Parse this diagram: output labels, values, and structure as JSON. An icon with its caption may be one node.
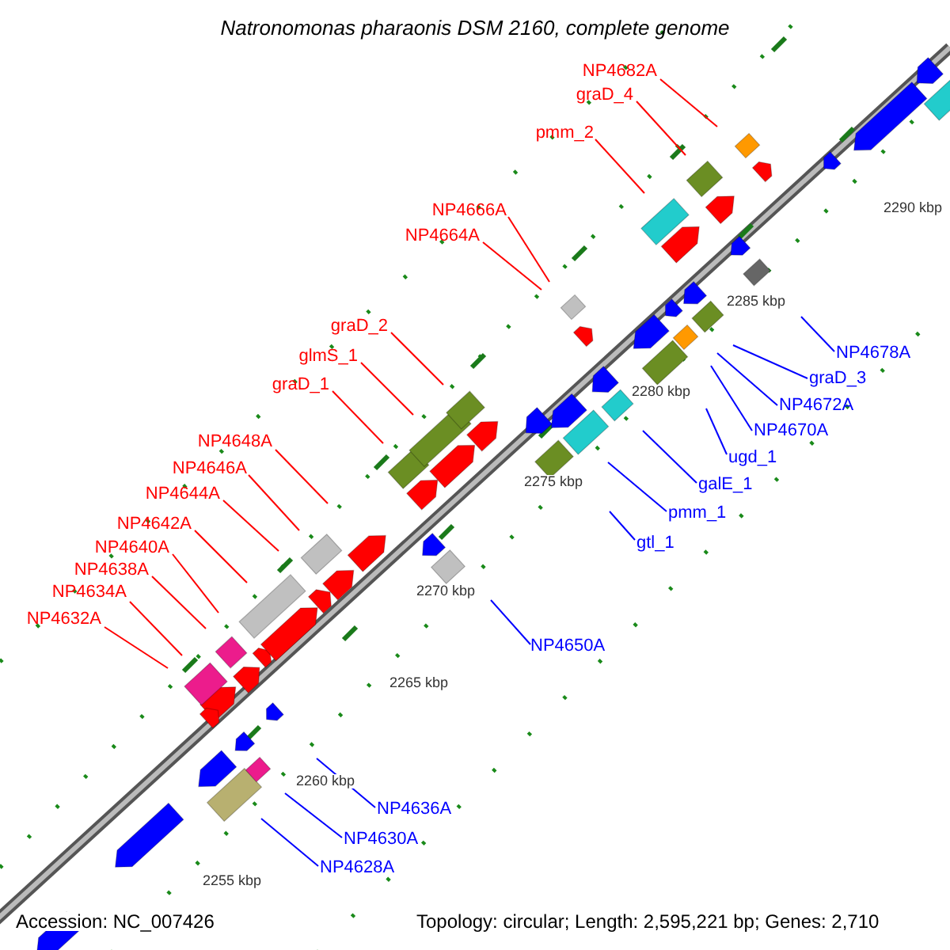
{
  "diagram": {
    "title": "Natronomonas pharaonis DSM 2160, complete genome",
    "nodes": [
      {
        "text": [
          "NP4682A"
        ]
      },
      {
        "text": [
          "graD_4"
        ]
      },
      {
        "text": [
          "pmm_2"
        ]
      },
      {
        "text": [
          "NP4666A"
        ]
      },
      {
        "text": [
          "NP4664A"
        ]
      },
      {
        "text": [
          "graD_2"
        ]
      },
      {
        "text": [
          "glmS_1"
        ]
      },
      {
        "text": [
          "graD_1"
        ]
      },
      {
        "text": [
          "NP4648A"
        ]
      },
      {
        "text": [
          "NP4646A"
        ]
      },
      {
        "text": [
          "NP4644A"
        ]
      },
      {
        "text": [
          "NP4642A"
        ]
      },
      {
        "text": [
          "NP4640A"
        ]
      },
      {
        "text": [
          "NP4638A"
        ]
      },
      {
        "text": [
          "NP4634A"
        ]
      },
      {
        "text": [
          "NP4632A"
        ]
      },
      {
        "text": [
          "NP4678A"
        ]
      },
      {
        "text": [
          "graD_3"
        ]
      },
      {
        "text": [
          "NP4672A"
        ]
      },
      {
        "text": [
          "NP4670A"
        ]
      },
      {
        "text": [
          "ugd_1"
        ]
      },
      {
        "text": [
          "galE_1"
        ]
      },
      {
        "text": [
          "pmm_1"
        ]
      },
      {
        "text": [
          "gtl_1"
        ]
      },
      {
        "text": [
          "NP4650A"
        ]
      },
      {
        "text": [
          "NP4636A"
        ]
      },
      {
        "text": [
          "NP4630A"
        ]
      },
      {
        "text": [
          "NP4628A"
        ]
      }
    ],
    "edges": [
      {
        "from": 0,
        "to": null,
        "arrow": "none"
      },
      {
        "from": 1,
        "to": null,
        "arrow": "none"
      },
      {
        "from": 2,
        "to": null,
        "arrow": "none"
      },
      {
        "from": 3,
        "to": null,
        "arrow": "none"
      },
      {
        "from": 4,
        "to": null,
        "arrow": "none"
      },
      {
        "from": 5,
        "to": null,
        "arrow": "none"
      },
      {
        "from": 6,
        "to": null,
        "arrow": "none"
      },
      {
        "from": 7,
        "to": null,
        "arrow": "none"
      },
      {
        "from": 8,
        "to": null,
        "arrow": "none"
      },
      {
        "from": 9,
        "to": null,
        "arrow": "none"
      },
      {
        "from": 10,
        "to": null,
        "arrow": "none"
      },
      {
        "from": 11,
        "to": null,
        "arrow": "none"
      },
      {
        "from": 12,
        "to": null,
        "arrow": "none"
      },
      {
        "from": 13,
        "to": null,
        "arrow": "none"
      },
      {
        "from": 14,
        "to": null,
        "arrow": "none"
      },
      {
        "from": 15,
        "to": null,
        "arrow": "none"
      },
      {
        "from": 16,
        "to": null,
        "arrow": "none",
        "color": "#0000ff"
      },
      {
        "from": 17,
        "to": null,
        "arrow": "none",
        "color": "#0000ff"
      },
      {
        "from": 18,
        "to": null,
        "arrow": "none",
        "color": "#0000ff"
      },
      {
        "from": 19,
        "to": null,
        "arrow": "none",
        "color": "#0000ff"
      },
      {
        "from": 20,
        "to": null,
        "arrow": "none",
        "color": "#0000ff"
      },
      {
        "from": 21,
        "to": null,
        "arrow": "none",
        "color": "#0000ff"
      },
      {
        "from": 22,
        "to": null,
        "arrow": "none",
        "color": "#0000ff"
      },
      {
        "from": 23,
        "to": null,
        "arrow": "none",
        "color": "#0000ff"
      },
      {
        "from": 24,
        "to": null,
        "arrow": "none",
        "color": "#0000ff"
      },
      {
        "from": 25,
        "to": null,
        "arrow": "none",
        "color": "#0000ff"
      },
      {
        "from": 26,
        "to": null,
        "arrow": "none",
        "color": "#0000ff"
      },
      {
        "from": 27,
        "to": null,
        "arrow": "none",
        "color": "#0000ff"
      }
    ],
    "labels": [
      "2290 kbp",
      "2285 kbp",
      "2280 kbp",
      "2275 kbp",
      "2270 kbp",
      "2265 kbp",
      "2260 kbp",
      "2255 kbp",
      "Accession: NC_007426",
      "Topology: circular; Length: 2,595,221 bp; Genes: 2,710"
    ]
  }
}
